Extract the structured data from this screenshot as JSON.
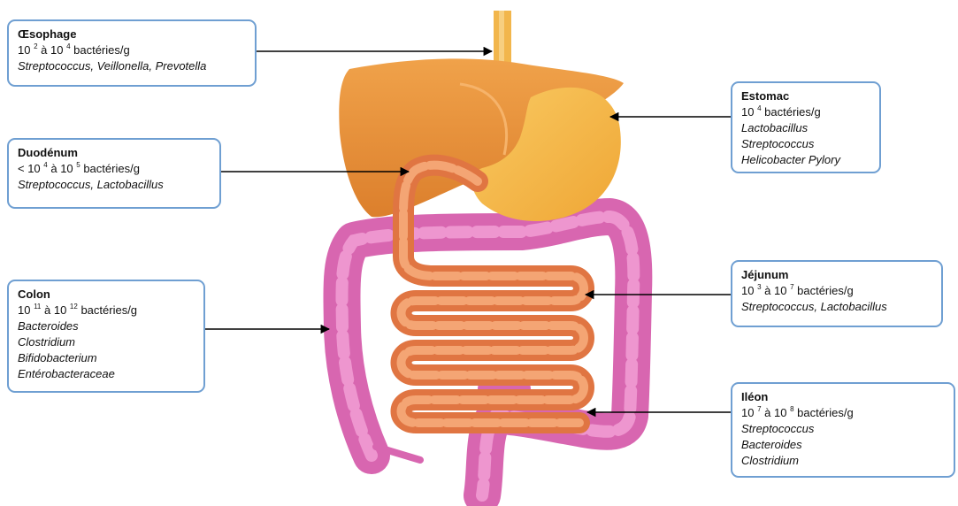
{
  "labels": {
    "oesophage": {
      "title": "Œsophage",
      "count": {
        "prefix": "10 ",
        "exp1": "2",
        "mid": " à 10 ",
        "exp2": "4",
        "suffix": " bactéries/g"
      },
      "bacteria": [
        "Streptococcus, Veillonella, Prevotella"
      ]
    },
    "duodenum": {
      "title": "Duodénum",
      "count": {
        "prefix": "< 10 ",
        "exp1": "4",
        "mid": " à 10 ",
        "exp2": "5",
        "suffix": " bactéries/g"
      },
      "bacteria": [
        "Streptococcus, Lactobacillus"
      ]
    },
    "colon": {
      "title": "Colon",
      "count": {
        "prefix": "10 ",
        "exp1": "11",
        "mid": " à 10 ",
        "exp2": "12",
        "suffix": " bactéries/g"
      },
      "bacteria": [
        "Bacteroides",
        "Clostridium",
        "Bifidobacterium",
        "Entérobacteraceae"
      ]
    },
    "estomac": {
      "title": "Estomac",
      "count": {
        "prefix": "10 ",
        "exp1": "4",
        "mid": "",
        "exp2": "",
        "suffix": " bactéries/g"
      },
      "bacteria": [
        "Lactobacillus",
        "Streptococcus",
        "Helicobacter Pylory"
      ]
    },
    "jejunum": {
      "title": "Jéjunum",
      "count": {
        "prefix": "10 ",
        "exp1": "3",
        "mid": " à 10 ",
        "exp2": "7",
        "suffix": " bactéries/g"
      },
      "bacteria": [
        "Streptococcus, Lactobacillus"
      ]
    },
    "ileon": {
      "title": "Iléon",
      "count": {
        "prefix": "10 ",
        "exp1": "7",
        "mid": " à 10 ",
        "exp2": "8",
        "suffix": " bactéries/g"
      },
      "bacteria": [
        "Streptococcus",
        "Bacteroides",
        "Clostridium"
      ]
    }
  },
  "colors": {
    "box_border": "#6f9fd2",
    "esophagus": "#f2b64c",
    "liver": "#e8913a",
    "stomach": "#f4b23f",
    "small_intestine": "#e5824e",
    "colon": "#dd6fb6",
    "arrow": "#000000"
  }
}
